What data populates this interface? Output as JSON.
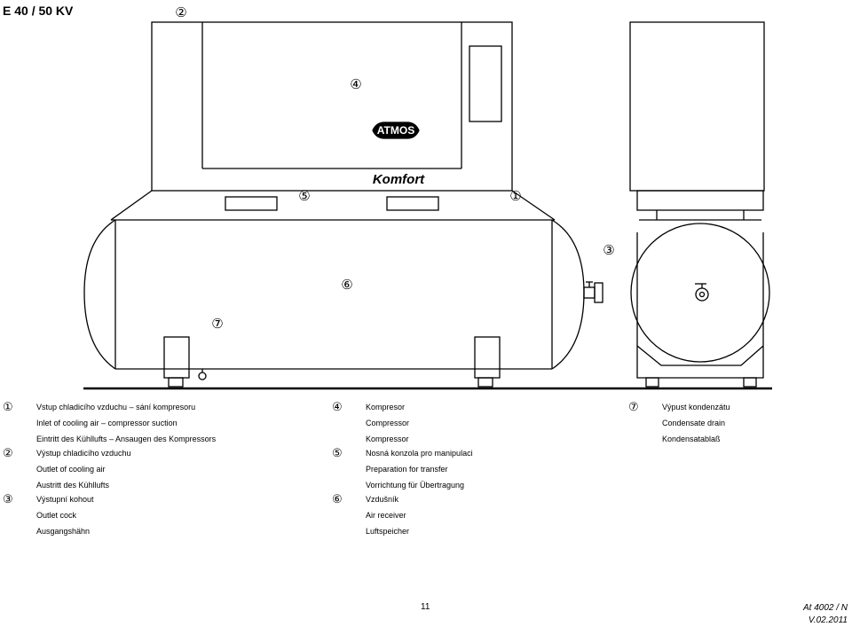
{
  "title": "E 40 / 50 KV",
  "logo": "ATMOS",
  "brand": "Komfort",
  "callouts": {
    "c1": "①",
    "c2": "②",
    "c3": "③",
    "c4": "④",
    "c5": "⑤",
    "c6": "⑥",
    "c7": "⑦"
  },
  "legend": [
    {
      "num": "①",
      "lines": [
        "Vstup chladicího vzduchu – sání kompresoru",
        "Inlet of cooling air – compressor suction",
        "Eintritt des Kühllufts – Ansaugen des Kompressors"
      ]
    },
    {
      "num": "②",
      "lines": [
        "Výstup chladicího vzduchu",
        "Outlet of cooling air",
        "Austritt des Kühllufts"
      ]
    },
    {
      "num": "③",
      "lines": [
        "Výstupní kohout",
        "Outlet cock",
        "Ausgangshähn"
      ]
    },
    {
      "num": "④",
      "lines": [
        "Kompresor",
        "Compressor",
        "Kompressor"
      ]
    },
    {
      "num": "⑤",
      "lines": [
        "Nosná konzola pro manipulaci",
        "Preparation for transfer",
        "Vorrichtung für Übertragung"
      ]
    },
    {
      "num": "⑥",
      "lines": [
        "Vzdušník",
        "Air receiver",
        "Luftspeicher"
      ]
    },
    {
      "num": "⑦",
      "lines": [
        "Výpust kondenzátu",
        "Condensate drain",
        "Kondensatablaß"
      ]
    }
  ],
  "footer": {
    "page": "11",
    "doc_ref": "At 4002 / N",
    "version": "V.02.2011"
  }
}
